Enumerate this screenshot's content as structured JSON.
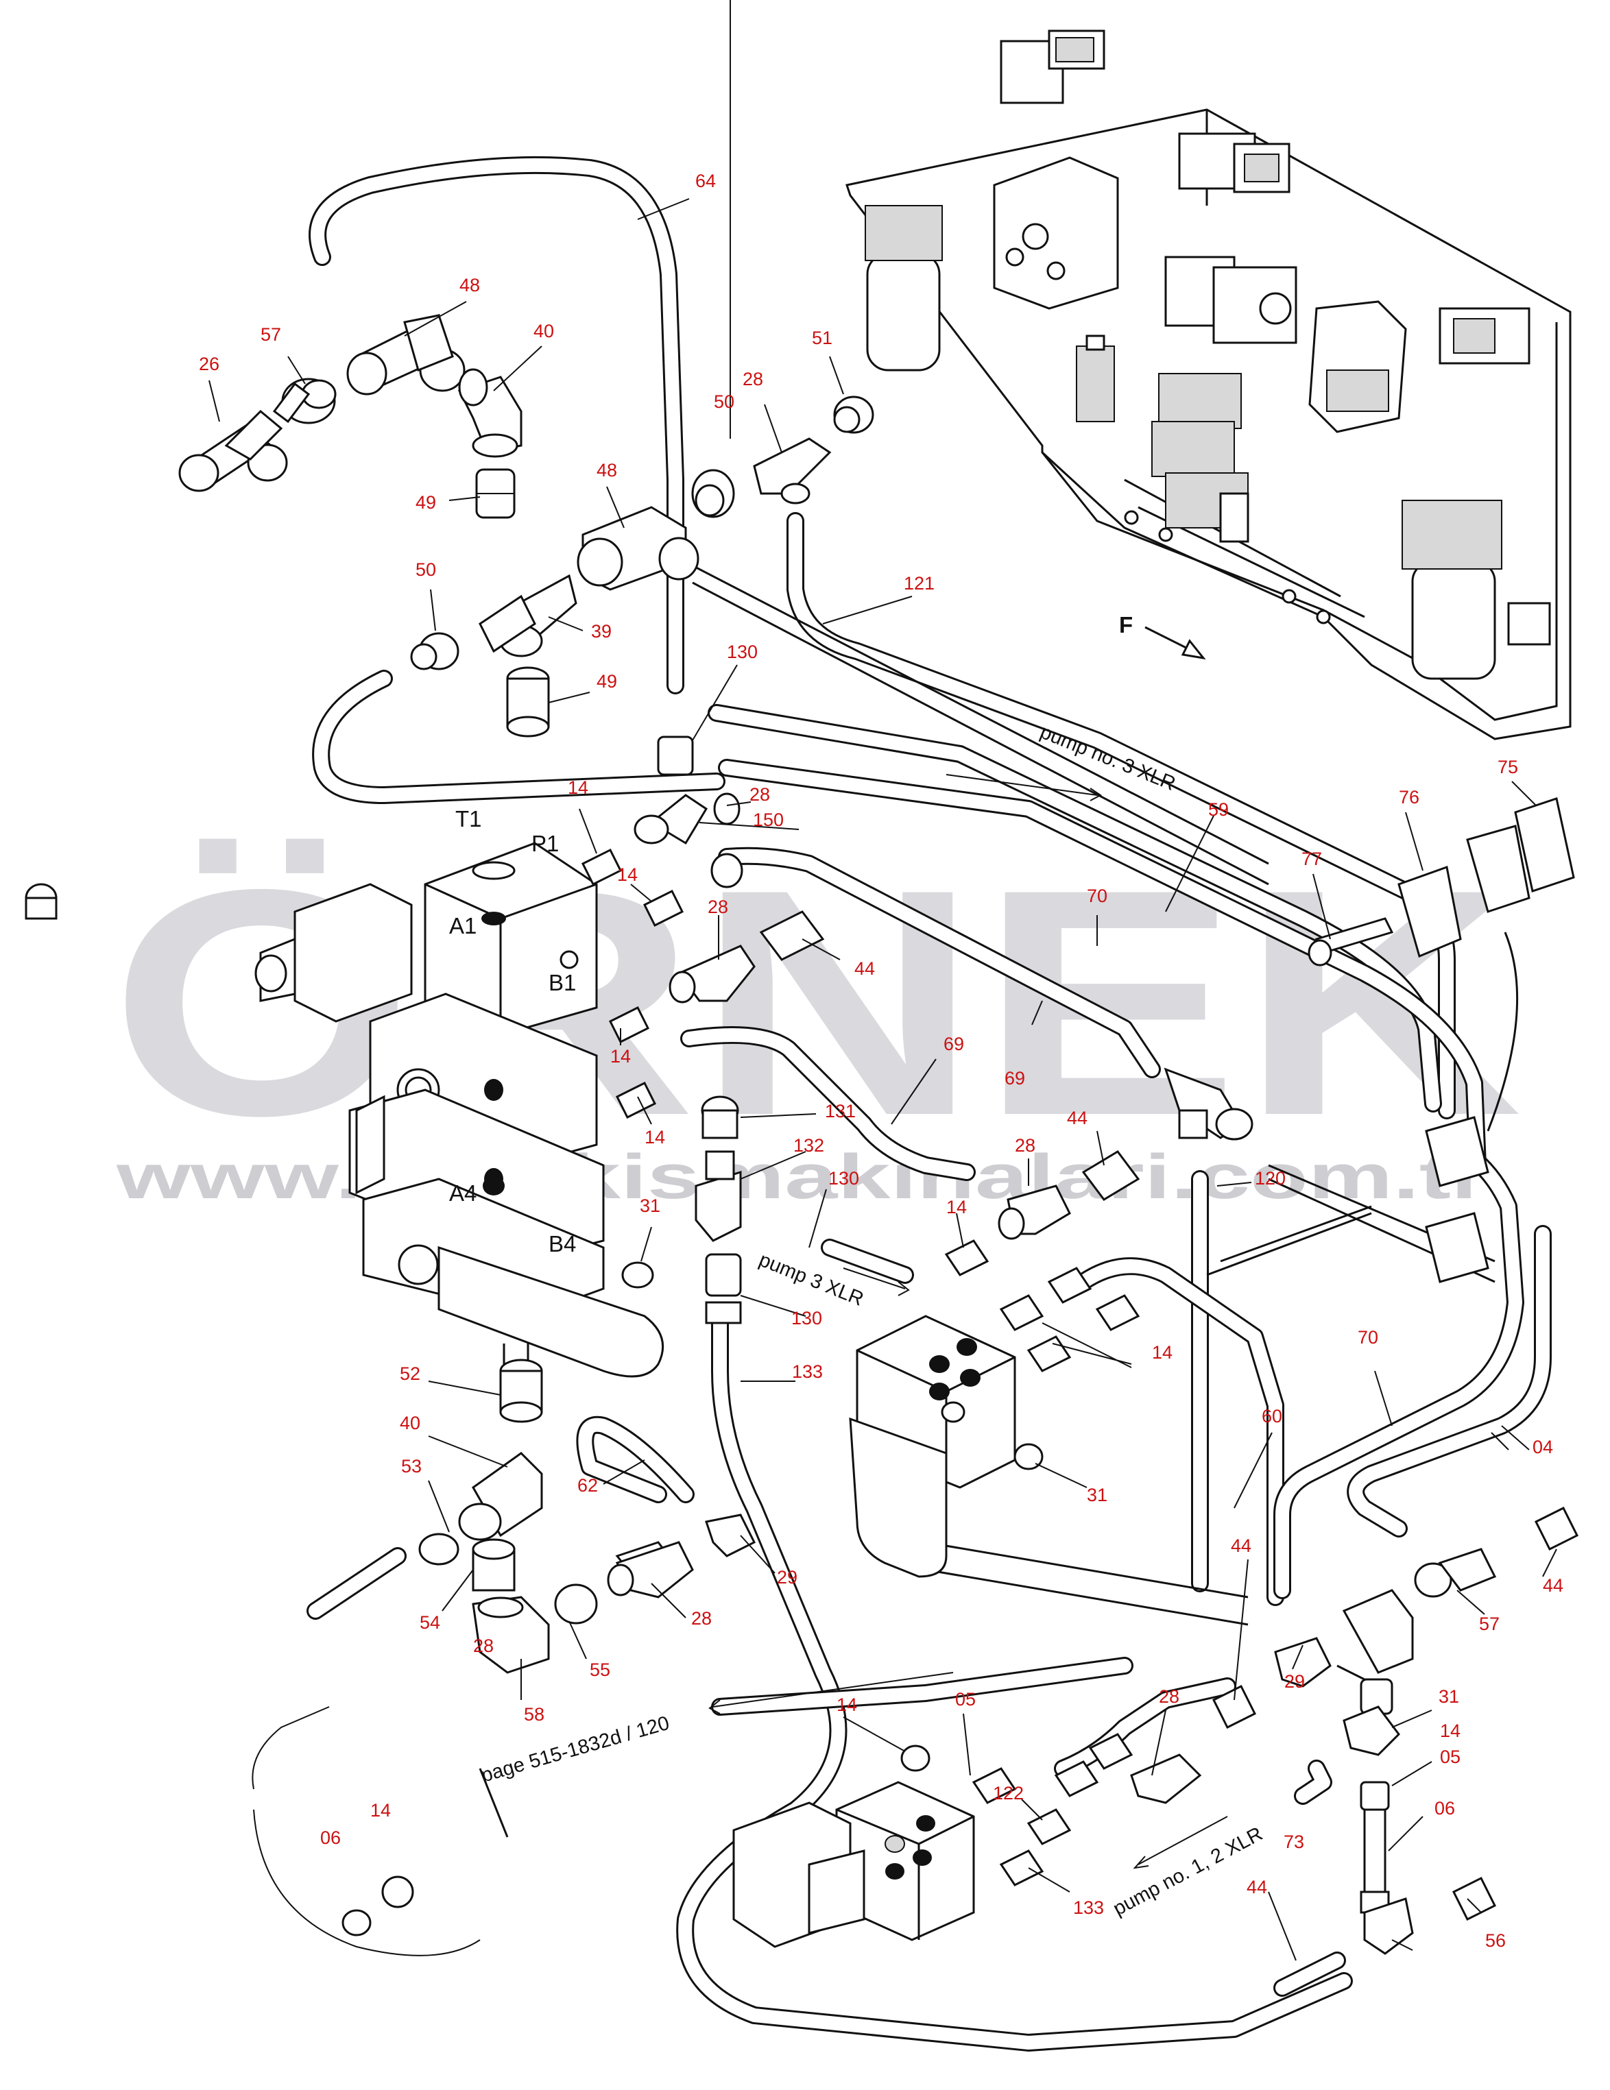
{
  "watermark": {
    "brand": "ÖRNEK",
    "url": "www.ornekismakinalari.com.tr",
    "brand_color": "#d9d9de",
    "url_color": "#cdcdd2",
    "accent_color": "#f5d77a"
  },
  "colors": {
    "part_number": "#cc1111",
    "line": "#111111",
    "port_label": "#111111"
  },
  "port_labels": [
    {
      "id": "t1",
      "text": "T1"
    },
    {
      "id": "p1",
      "text": "P1"
    },
    {
      "id": "a1",
      "text": "A1"
    },
    {
      "id": "b1",
      "text": "B1"
    },
    {
      "id": "a4",
      "text": "A4"
    },
    {
      "id": "b4",
      "text": "B4"
    },
    {
      "id": "f",
      "text": "F"
    }
  ],
  "notes": [
    {
      "id": "pump3",
      "text": "pump no. 3 XLR"
    },
    {
      "id": "pump3b",
      "text": "pump 3 XLR"
    },
    {
      "id": "page",
      "text": "page 515-1832d / 120"
    },
    {
      "id": "pump12",
      "text": "pump no. 1, 2 XLR"
    }
  ],
  "part_numbers": [
    {
      "id": "p64",
      "text": "64"
    },
    {
      "id": "p48a",
      "text": "48"
    },
    {
      "id": "p57a",
      "text": "57"
    },
    {
      "id": "p40a",
      "text": "40"
    },
    {
      "id": "p26",
      "text": "26"
    },
    {
      "id": "p49a",
      "text": "49"
    },
    {
      "id": "p48b",
      "text": "48"
    },
    {
      "id": "p51",
      "text": "51"
    },
    {
      "id": "p28a",
      "text": "28"
    },
    {
      "id": "p50a",
      "text": "50"
    },
    {
      "id": "p50b",
      "text": "50"
    },
    {
      "id": "p39",
      "text": "39"
    },
    {
      "id": "p121",
      "text": "121"
    },
    {
      "id": "p49b",
      "text": "49"
    },
    {
      "id": "p130a",
      "text": "130"
    },
    {
      "id": "p14a",
      "text": "14"
    },
    {
      "id": "p28b",
      "text": "28"
    },
    {
      "id": "p150",
      "text": "150"
    },
    {
      "id": "p59",
      "text": "59"
    },
    {
      "id": "p75",
      "text": "75"
    },
    {
      "id": "p76",
      "text": "76"
    },
    {
      "id": "p77",
      "text": "77"
    },
    {
      "id": "p14b",
      "text": "14"
    },
    {
      "id": "p28c",
      "text": "28"
    },
    {
      "id": "p70a",
      "text": "70"
    },
    {
      "id": "p44a",
      "text": "44"
    },
    {
      "id": "p14c",
      "text": "14"
    },
    {
      "id": "p69a",
      "text": "69"
    },
    {
      "id": "p69b",
      "text": "69"
    },
    {
      "id": "p131",
      "text": "131"
    },
    {
      "id": "p14d",
      "text": "14"
    },
    {
      "id": "p44b",
      "text": "44"
    },
    {
      "id": "p132",
      "text": "132"
    },
    {
      "id": "p28d",
      "text": "28"
    },
    {
      "id": "p120",
      "text": "120"
    },
    {
      "id": "p130b",
      "text": "130"
    },
    {
      "id": "p31a",
      "text": "31"
    },
    {
      "id": "p14e",
      "text": "14"
    },
    {
      "id": "p130c",
      "text": "130"
    },
    {
      "id": "p14f",
      "text": "14"
    },
    {
      "id": "p70b",
      "text": "70"
    },
    {
      "id": "p133a",
      "text": "133"
    },
    {
      "id": "p52",
      "text": "52"
    },
    {
      "id": "p40b",
      "text": "40"
    },
    {
      "id": "p60",
      "text": "60"
    },
    {
      "id": "p04",
      "text": "04"
    },
    {
      "id": "p53",
      "text": "53"
    },
    {
      "id": "p62",
      "text": "62"
    },
    {
      "id": "p31b",
      "text": "31"
    },
    {
      "id": "p29a",
      "text": "29"
    },
    {
      "id": "p44c",
      "text": "44"
    },
    {
      "id": "p57b",
      "text": "57"
    },
    {
      "id": "p44d",
      "text": "44"
    },
    {
      "id": "p54",
      "text": "54"
    },
    {
      "id": "p28e",
      "text": "28"
    },
    {
      "id": "p55",
      "text": "55"
    },
    {
      "id": "p29b",
      "text": "29"
    },
    {
      "id": "p28f",
      "text": "28"
    },
    {
      "id": "p58",
      "text": "58"
    },
    {
      "id": "p28g",
      "text": "28"
    },
    {
      "id": "p31c",
      "text": "31"
    },
    {
      "id": "p14g",
      "text": "14"
    },
    {
      "id": "p05a",
      "text": "05"
    },
    {
      "id": "p06a",
      "text": "06"
    },
    {
      "id": "p14h",
      "text": "14"
    },
    {
      "id": "p122",
      "text": "122"
    },
    {
      "id": "p73",
      "text": "73"
    },
    {
      "id": "p06b",
      "text": "06"
    },
    {
      "id": "p05b",
      "text": "05"
    },
    {
      "id": "p14i",
      "text": "14"
    },
    {
      "id": "p133b",
      "text": "133"
    },
    {
      "id": "p44e",
      "text": "44"
    },
    {
      "id": "p56",
      "text": "56"
    }
  ]
}
